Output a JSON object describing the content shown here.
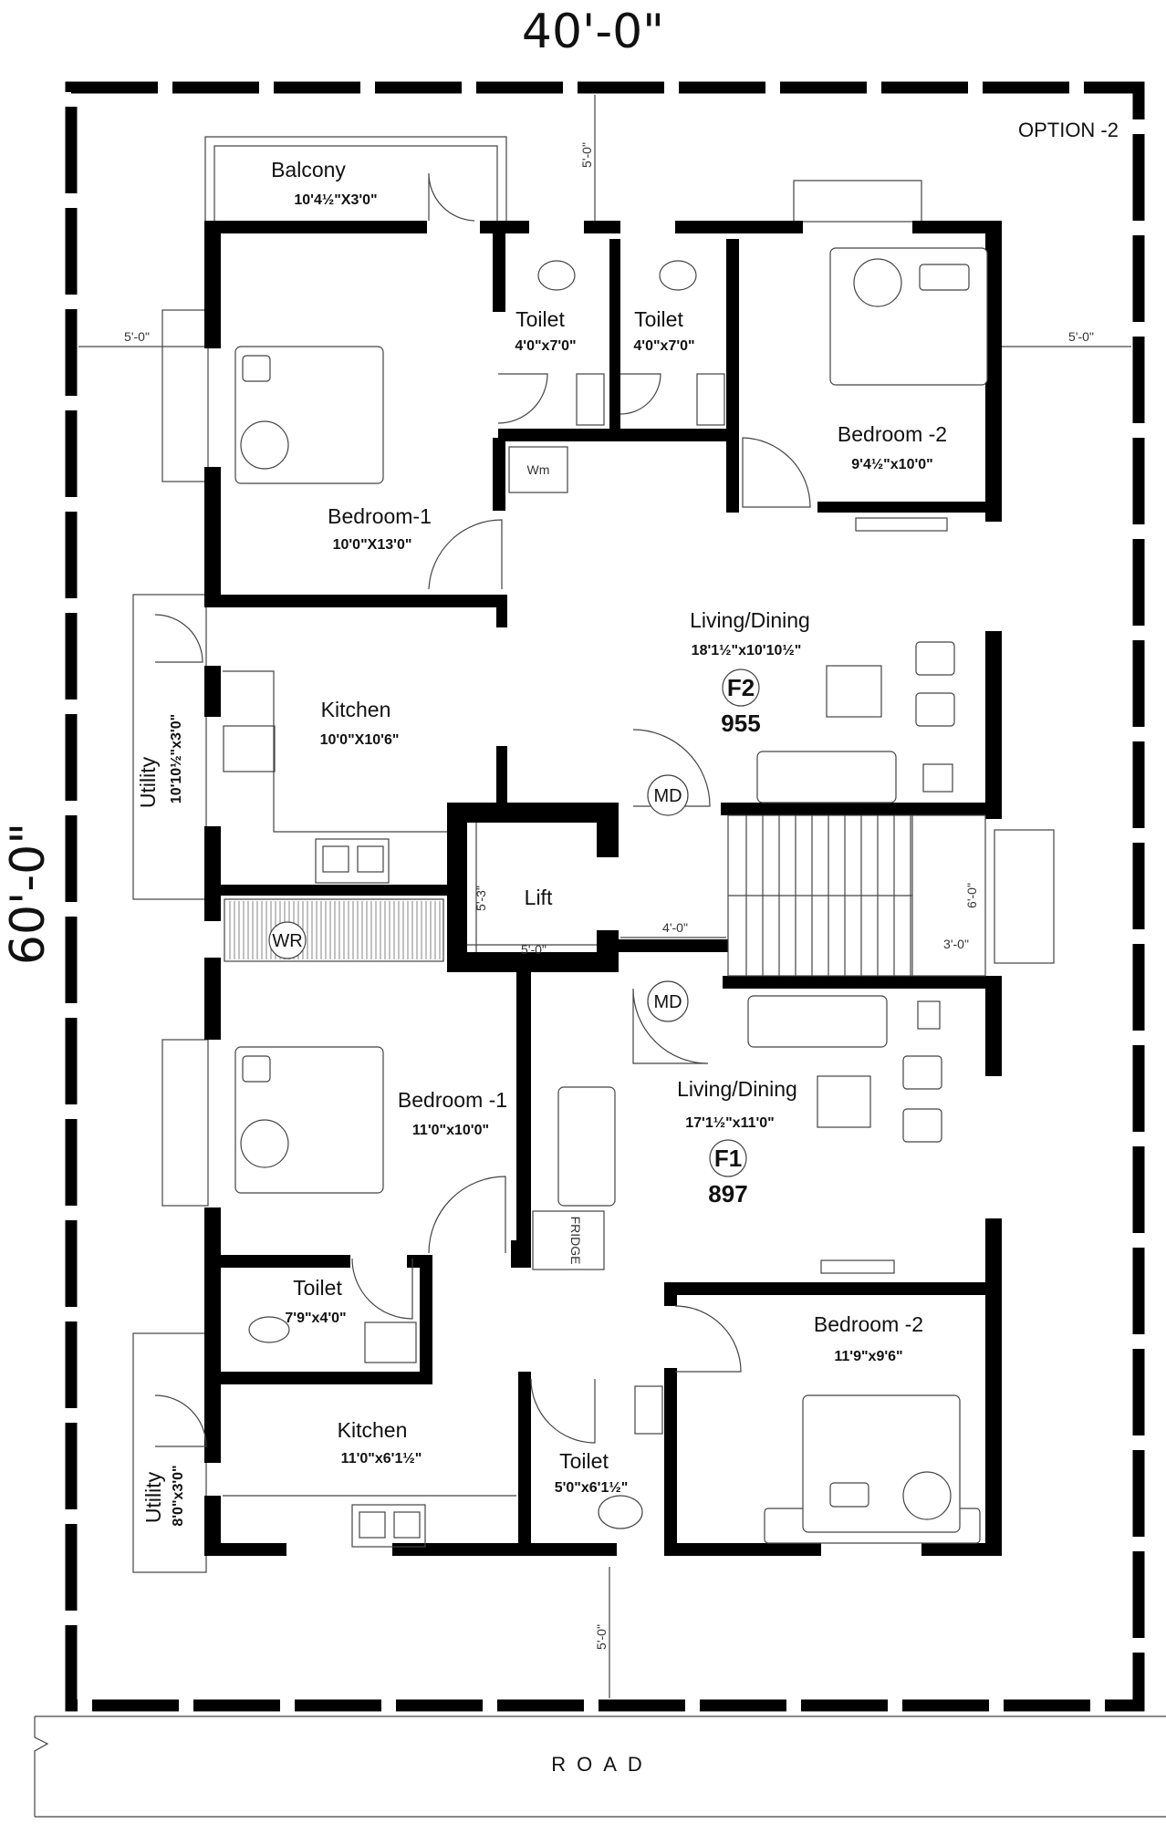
{
  "dimensions": {
    "width_label": "40'-0\"",
    "height_label": "60'-0\""
  },
  "option_label": "OPTION -2",
  "road_label": "ROAD",
  "setbacks": {
    "top": "5'-0\"",
    "left": "5'-0\"",
    "right": "5'-0\"",
    "bottom": "5'-0\""
  },
  "rooms": {
    "balcony": {
      "name": "Balcony",
      "dim": "10'4½\"X3'0\""
    },
    "f2_toilet_a": {
      "name": "Toilet",
      "dim": "4'0\"x7'0\""
    },
    "f2_toilet_b": {
      "name": "Toilet",
      "dim": "4'0\"x7'0\""
    },
    "f2_bedroom1": {
      "name": "Bedroom-1",
      "dim": "10'0\"X13'0\""
    },
    "f2_bedroom2": {
      "name": "Bedroom -2",
      "dim": "9'4½\"x10'0\""
    },
    "wm": {
      "name": "Wm"
    },
    "f2_living": {
      "name": "Living/Dining",
      "dim": "18'1½\"x10'10½\""
    },
    "f2_kitchen": {
      "name": "Kitchen",
      "dim": "10'0\"X10'6\""
    },
    "f2_utility": {
      "name": "Utility",
      "dim": "10'10½\"x3'0\""
    },
    "lift": {
      "name": "Lift",
      "dim_w": "5'-0\"",
      "dim_h": "5'-3\""
    },
    "stair": {
      "dim_gap": "4'-0\"",
      "dim_w": "3'-0\"",
      "dim_h": "6'-0\""
    },
    "wr": {
      "name": "WR"
    },
    "f1_bedroom1": {
      "name": "Bedroom -1",
      "dim": "11'0\"x10'0\""
    },
    "f1_living": {
      "name": "Living/Dining",
      "dim": "17'1½\"x11'0\""
    },
    "f1_toilet_a": {
      "name": "Toilet",
      "dim": "7'9\"x4'0\""
    },
    "f1_bedroom2": {
      "name": "Bedroom -2",
      "dim": "11'9\"x9'6\""
    },
    "f1_kitchen": {
      "name": "Kitchen",
      "dim": "11'0\"x6'1½\""
    },
    "f1_utility": {
      "name": "Utility",
      "dim": "8'0\"x3'0\""
    },
    "f1_toilet_b": {
      "name": "Toilet",
      "dim": "5'0\"x6'1½\""
    }
  },
  "units": {
    "f2": {
      "tag": "F2",
      "area": "955"
    },
    "f1": {
      "tag": "F1",
      "area": "897"
    }
  },
  "door_tags": {
    "md": "MD"
  },
  "fridge_label": "FRIDGE"
}
